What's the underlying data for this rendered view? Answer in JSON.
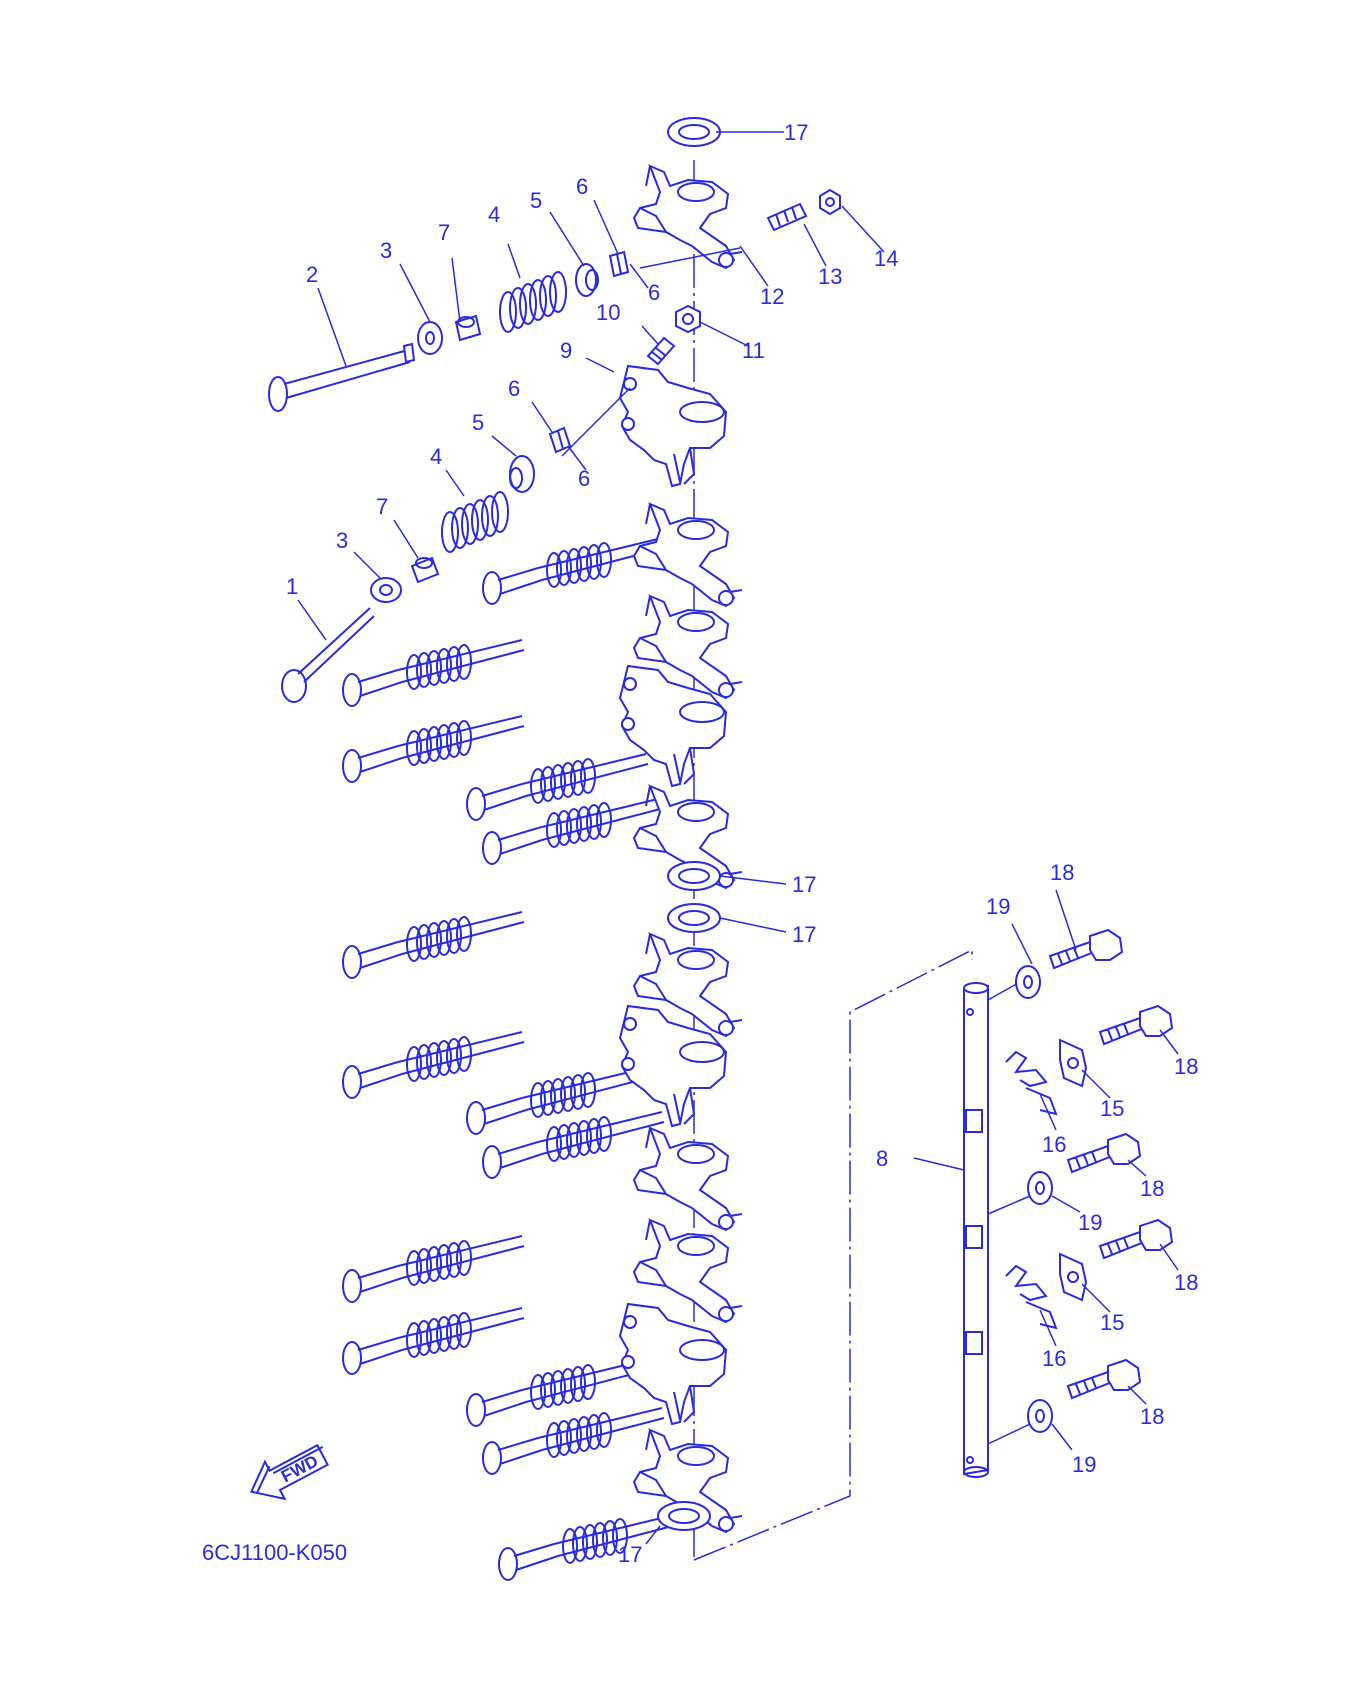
{
  "diagram": {
    "drawing_code": "6CJ1100-K050",
    "direction_label": "FWD",
    "line_color": "#2a2ae0",
    "callouts": {
      "c1": "1",
      "c2": "2",
      "c3a": "3",
      "c3b": "3",
      "c4a": "4",
      "c4b": "4",
      "c5a": "5",
      "c5b": "5",
      "c6a": "6",
      "c6b": "6",
      "c6c": "6",
      "c6d": "6",
      "c7a": "7",
      "c7b": "7",
      "c8": "8",
      "c9": "9",
      "c10": "10",
      "c11": "11",
      "c12": "12",
      "c13": "13",
      "c14": "14",
      "c15a": "15",
      "c15b": "15",
      "c16a": "16",
      "c16b": "16",
      "c17a": "17",
      "c17b": "17",
      "c17c": "17",
      "c17d": "17",
      "c18a": "18",
      "c18b": "18",
      "c18c": "18",
      "c18d": "18",
      "c18e": "18",
      "c19a": "19",
      "c19b": "19",
      "c19c": "19"
    }
  }
}
